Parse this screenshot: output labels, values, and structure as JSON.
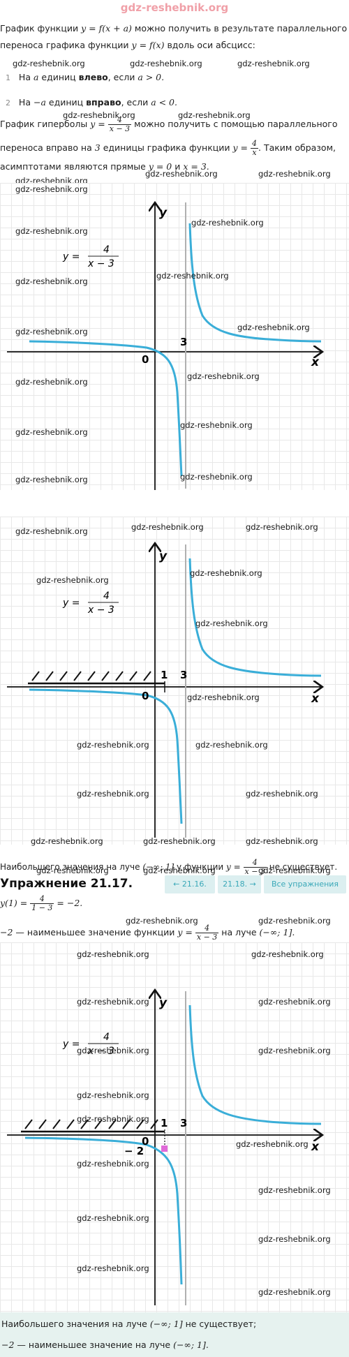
{
  "site": {
    "title": "gdz-reshebnik.org"
  },
  "watermark": "gdz-reshebnik.org",
  "intro": {
    "line1_prefix": "График функции",
    "line1_formula": "y = f(x + a)",
    "line1_suffix": "можно получить в результате параллельного",
    "line2_prefix": "переноса графика функции",
    "line2_formula": "y = f(x)",
    "line2_suffix": "вдоль оси абсцисс:",
    "item1": {
      "num": "1",
      "text_a": "На",
      "var": "a",
      "text_b": "единиц",
      "bold": "влево",
      "text_c": ", если",
      "cond": "a > 0."
    },
    "item2": {
      "num": "2",
      "text_a": "На",
      "var": "−a",
      "text_b": "единиц",
      "bold": "вправо",
      "text_c": ", если",
      "cond": "a < 0."
    },
    "hyper_prefix": "График гиперболы",
    "hyper_formula_lhs": "y =",
    "hyper_num": "4",
    "hyper_den": "x − 3",
    "hyper_suffix": "можно получить с помощью параллельного",
    "line4_prefix": "переноса вправо на",
    "line4_value": "3",
    "line4_mid": "единицы графика функции",
    "line4_formula_lhs": "y =",
    "line4_num": "4",
    "line4_den": "x",
    "line4_suffix": ". Таким образом,",
    "line5_prefix": "асимптотами являются прямые",
    "line5_eq1": "y = 0",
    "line5_and": "и",
    "line5_eq2": "x = 3."
  },
  "graph_labels": {
    "y_axis": "y",
    "x_axis": "x",
    "origin": "0",
    "three": "3",
    "one": "1",
    "minus_two": "− 2",
    "formula_lhs": "y =",
    "formula_num": "4",
    "formula_den": "x − 3"
  },
  "conclusion1": {
    "prefix": "Наибольшего значения на луче",
    "interval": "(−∞; 1]",
    "mid": "у функции",
    "f_lhs": "y =",
    "f_num": "4",
    "f_den": "x − 3",
    "suffix": "не существует."
  },
  "exercise": {
    "title": "Упражнение 21.17.",
    "prev_label": "← 21.16.",
    "next_label": "21.18. →",
    "all_label": "Все упражнения"
  },
  "calc": {
    "lhs": "y(1) =",
    "num": "4",
    "den": "1 − 3",
    "rhs": "= −2."
  },
  "conclusion2": {
    "value": "−2",
    "text": "— наименьшее значение функции",
    "f_lhs": "y =",
    "f_num": "4",
    "f_den": "x − 3",
    "mid": "на луче",
    "interval": "(−∞; 1]."
  },
  "summary": {
    "line1_prefix": "Наибольшего значения на луче",
    "line1_interval": "(−∞; 1]",
    "line1_suffix": "не существует;",
    "line2_value": "−2",
    "line2_text": "— наименьшее значение на луче",
    "line2_interval": "(−∞; 1]."
  },
  "colors": {
    "curve": "#3aaed8",
    "asymptote": "#b0b0b0",
    "point": "#e06ad8",
    "strip": "#e6f2ef",
    "watermark_title": "#f0a0a8"
  }
}
